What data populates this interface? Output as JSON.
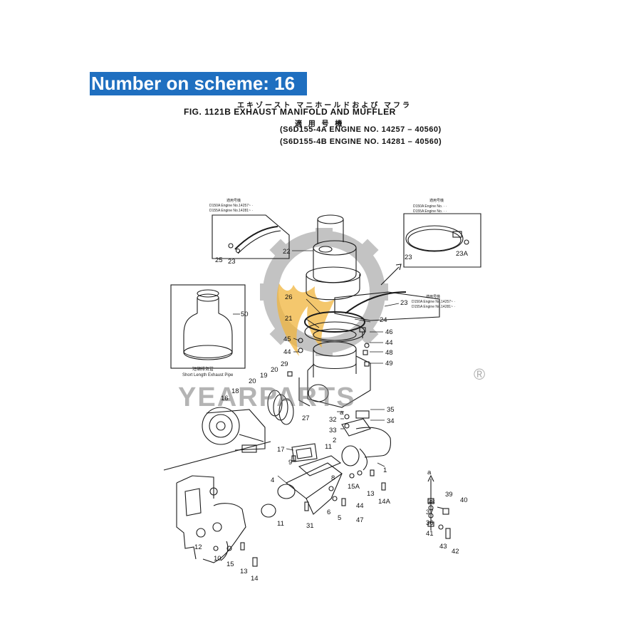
{
  "scheme_label": "Number on scheme: 16",
  "header": {
    "japanese_title": "エキゾースト マニホールドおよび マフラ",
    "figure_title": "FIG. 1121B  EXHAUST MANIFOLD AND MUFFLER",
    "applicability_jp": "適 用 号 機",
    "engine_line_1": "(S6D155-4A  ENGINE NO. 14257 – 40560)",
    "engine_line_2": "(S6D155-4B  ENGINE NO. 14281 – 40560)"
  },
  "insets": {
    "left": {
      "hdr_jp": "適用号機",
      "line1": "D150A Engine No.14257~ ·",
      "line2": "D155A Engine No.14281~ ·"
    },
    "right_top": {
      "hdr_jp": "適用号機",
      "line1": "D150A Engine No.  ·   ·",
      "line2": "D155A Engine No.  ·   ·"
    },
    "right_mid": {
      "hdr_jp": "適用号機",
      "line1": "D150A Engine No.14257~ ·",
      "line2": "D155A Engine No.14281~ ·"
    },
    "short_pipe": {
      "caption_jp": "短縮排気管",
      "caption": "Short Length Exhaust Pipe"
    }
  },
  "watermark": {
    "text": "YEARPARTS",
    "registered": "®"
  },
  "part_labels": {
    "p25": "25",
    "p23a": "23",
    "p22": "22",
    "p23b": "23",
    "p23A": "23A",
    "p23c": "23",
    "p24": "24",
    "p26": "26",
    "p21": "21",
    "p50": "50",
    "p46": "46",
    "p44a": "44",
    "p45": "45",
    "p44b": "44",
    "p48": "48",
    "p49": "49",
    "p29": "29",
    "p20a": "20",
    "p19": "19",
    "p20b": "20",
    "p18": "18",
    "p16": "16",
    "p27": "27",
    "pa1": "a",
    "p35": "35",
    "p32": "32",
    "p34": "34",
    "p33": "33",
    "p2": "2",
    "p17": "17",
    "p11a": "11",
    "p9": "9",
    "p1": "1",
    "p8": "8",
    "p4": "4",
    "p15A": "15A",
    "p13a": "13",
    "p14A": "14A",
    "p44c": "44",
    "p6": "6",
    "p5": "5",
    "p47": "47",
    "p31": "31",
    "p11b": "11",
    "pa2": "a",
    "p39": "39",
    "p38": "38",
    "p40": "40",
    "p37": "37",
    "p36": "36",
    "p41": "41",
    "p43": "43",
    "p42": "42",
    "p12": "12",
    "p10": "10",
    "p15": "15",
    "p13b": "13",
    "p14": "14"
  }
}
